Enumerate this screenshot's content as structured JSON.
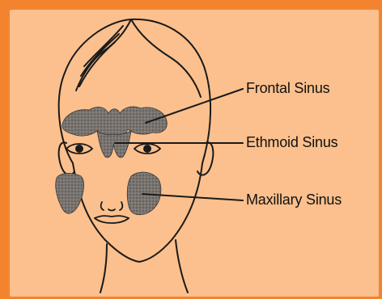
{
  "labels": {
    "frontal": "Frontal Sinus",
    "ethmoid": "Ethmoid Sinus",
    "maxillary": "Maxillary Sinus"
  },
  "colors": {
    "border": "#F4832F",
    "background": "#FBC08D",
    "sinus": "#6E6A66",
    "line": "#1A1A1A"
  }
}
